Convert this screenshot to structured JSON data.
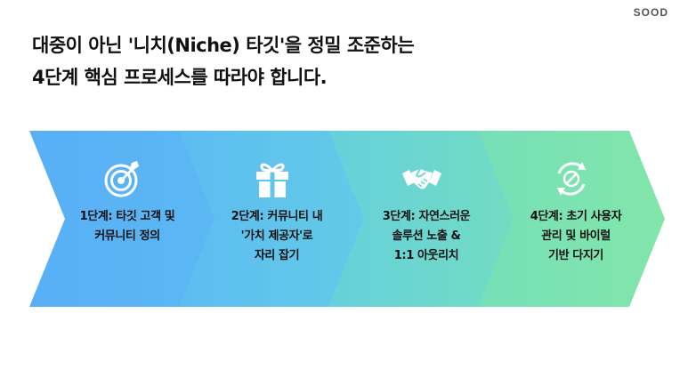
{
  "brand": "SOOD",
  "title": {
    "line1": "대중이 아닌 '니치(Niche) 타깃'을 정밀 조준하는",
    "line2": "4단계 핵심 프로세스를 따라야 합니다."
  },
  "colors": {
    "step1": "#5bb3f5",
    "step2": "#60c5ec",
    "step3": "#6dd8c8",
    "step4": "#7de3b0"
  },
  "steps": [
    {
      "icon": "target-icon",
      "lines": [
        "1단계: 타깃 고객 및",
        "커뮤니티 정의"
      ]
    },
    {
      "icon": "gift-icon",
      "lines": [
        "2단계: 커뮤니티 내",
        "'가치 제공자'로",
        "자리 잡기"
      ]
    },
    {
      "icon": "handshake-icon",
      "lines": [
        "3단계: 자연스러운",
        "솔루션 노출 &",
        "1:1 아웃리치"
      ]
    },
    {
      "icon": "refresh-cycle-icon",
      "lines": [
        "4단계: 초기 사용자",
        "관리 및 바이럴",
        "기반 다지기"
      ]
    }
  ]
}
